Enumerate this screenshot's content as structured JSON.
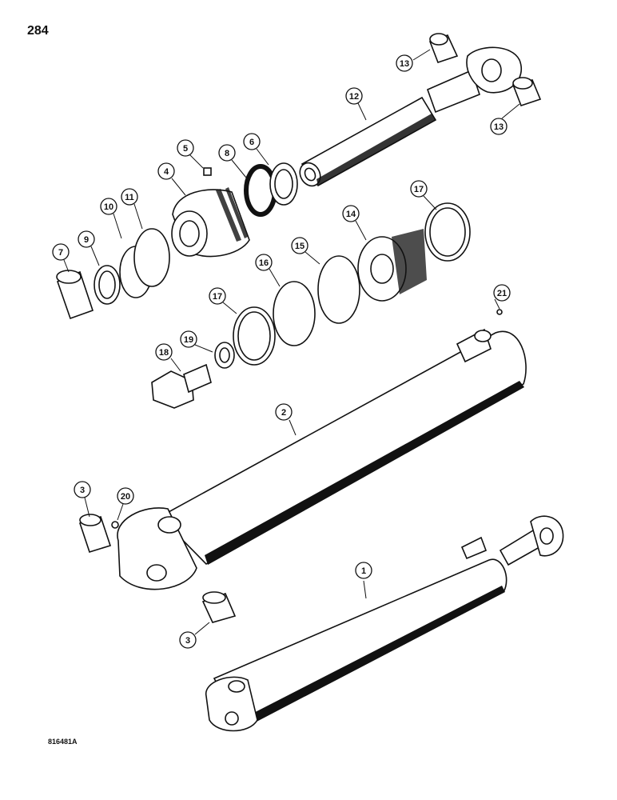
{
  "page": {
    "number": "284",
    "figure_code": "816481A"
  },
  "callouts": [
    {
      "id": "c1",
      "label": "1"
    },
    {
      "id": "c2",
      "label": "2"
    },
    {
      "id": "c3a",
      "label": "3"
    },
    {
      "id": "c3b",
      "label": "3"
    },
    {
      "id": "c4",
      "label": "4"
    },
    {
      "id": "c5",
      "label": "5"
    },
    {
      "id": "c6",
      "label": "6"
    },
    {
      "id": "c7",
      "label": "7"
    },
    {
      "id": "c8",
      "label": "8"
    },
    {
      "id": "c9",
      "label": "9"
    },
    {
      "id": "c10",
      "label": "10"
    },
    {
      "id": "c11",
      "label": "11"
    },
    {
      "id": "c12",
      "label": "12"
    },
    {
      "id": "c13a",
      "label": "13"
    },
    {
      "id": "c13b",
      "label": "13"
    },
    {
      "id": "c14",
      "label": "14"
    },
    {
      "id": "c15",
      "label": "15"
    },
    {
      "id": "c16",
      "label": "16"
    },
    {
      "id": "c17a",
      "label": "17"
    },
    {
      "id": "c17b",
      "label": "17"
    },
    {
      "id": "c18",
      "label": "18"
    },
    {
      "id": "c19",
      "label": "19"
    },
    {
      "id": "c20",
      "label": "20"
    },
    {
      "id": "c21",
      "label": "21"
    }
  ]
}
